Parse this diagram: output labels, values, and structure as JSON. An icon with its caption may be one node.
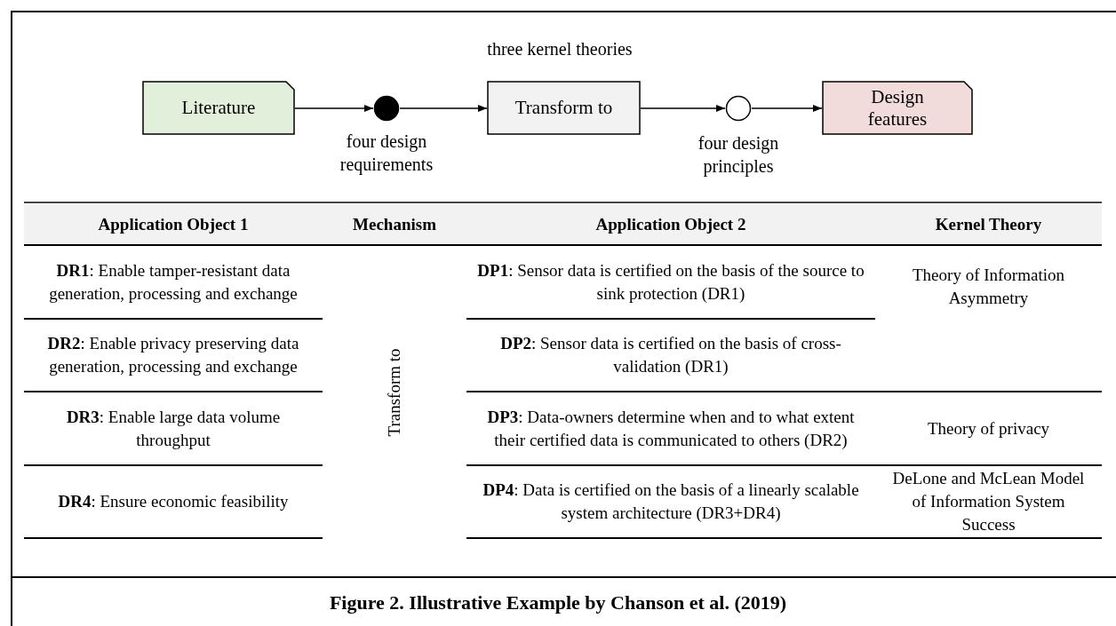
{
  "diagram": {
    "caption": "Figure 2. Illustrative Example by Chanson et al. (2019)",
    "nodes": [
      {
        "text": [
          "Literature"
        ]
      },
      {
        "text": [],
        "shape": "circle",
        "beside": [
          "four design requirements"
        ]
      },
      {
        "text": [
          "Transform to"
        ],
        "beside": [
          "three kernel theories"
        ]
      },
      {
        "text": [],
        "shape": "circle",
        "beside": [
          "four design principles"
        ]
      },
      {
        "text": [
          "Design features"
        ]
      }
    ],
    "edges": [
      {
        "from": 0,
        "to": 1,
        "arrow": "to"
      },
      {
        "from": 1,
        "to": 2,
        "arrow": "to"
      },
      {
        "from": 2,
        "to": 3,
        "arrow": "to"
      },
      {
        "from": 3,
        "to": 4,
        "arrow": "to"
      }
    ],
    "labels": [
      "Application Object 1",
      "Mechanism",
      "Application Object 2",
      "Kernel Theory",
      "**DR1**:  Enable tamper-resistant data generation, processing and exchange",
      "Transform to",
      "**DP1**: Sensor data is certified on the basis of the source to sink protection (DR1)",
      "Theory of Information Asymmetry",
      "**DR2**: Enable privacy preserving data generation, processing and exchange",
      "**DP2**: Sensor data is certified on the basis of cross-validation (DR1)",
      "**DR3**: Enable large data volume throughput",
      "**DP3**: Data-owners determine when and to what extent their certified data is communicated to others (DR2)",
      "Theory of privacy",
      "**DR4**: Ensure economic feasibility",
      "**DP4**: Data  is certified on the basis of a linearly scalable system architecture (DR3+DR4)",
      "DeLone and McLean Model of Information System Success"
    ]
  }
}
